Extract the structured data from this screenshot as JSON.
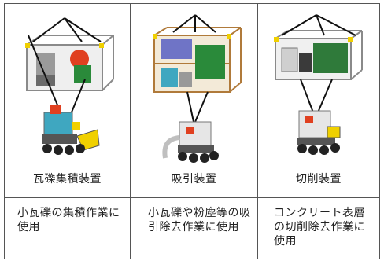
{
  "columns": [
    {
      "caption": "瓦礫集積装置",
      "description": "小瓦礫の集積作業に使用",
      "figure_icon": "rubble-collector-illustration",
      "frame_color": "#c9c9c9",
      "accent_colors": [
        "#e04020",
        "#2a8a3a",
        "#f0d000",
        "#3fa7c0"
      ]
    },
    {
      "caption": "吸引装置",
      "description": "小瓦礫や粉塵等の吸引除去作業に使用",
      "figure_icon": "suction-device-illustration",
      "frame_color": "#c48a4a",
      "accent_colors": [
        "#2a8a3a",
        "#6f74c6",
        "#3fa7c0",
        "#f0d000"
      ]
    },
    {
      "caption": "切削装置",
      "description": "コンクリート表層の切削除去作業に使用",
      "figure_icon": "cutting-device-illustration",
      "frame_color": "#d0d0d0",
      "accent_colors": [
        "#2f7a3a",
        "#f0d000",
        "#3a3a3a"
      ]
    }
  ]
}
